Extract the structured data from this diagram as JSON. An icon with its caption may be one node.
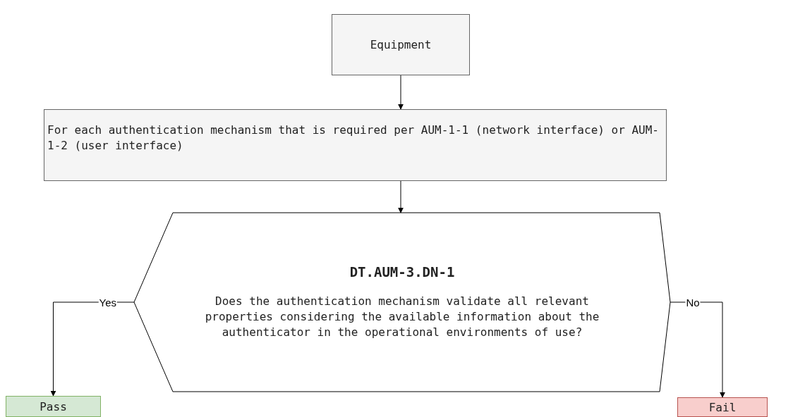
{
  "diagram": {
    "nodes": [
      {
        "text": [
          "Equipment"
        ]
      },
      {
        "text": [
          "For each authentication mechanism that is required per AUM-1-1 (network interface) or AUM-1-2 (user interface)"
        ]
      },
      {
        "text": [
          "DT.AUM-3.DN-1",
          "Does the authentication mechanism validate all relevant properties considering the available information about the authenticator in the operational environments of use?"
        ]
      },
      {
        "text": [
          "Pass"
        ]
      },
      {
        "text": [
          "Fail"
        ]
      }
    ],
    "edges": [
      {
        "from": 0,
        "to": 1,
        "arrow": "to"
      },
      {
        "from": 1,
        "to": 2,
        "arrow": "to"
      },
      {
        "from": 2,
        "to": 3,
        "arrow": "to",
        "label": "Yes"
      },
      {
        "from": 2,
        "to": 4,
        "arrow": "to",
        "label": "No"
      }
    ]
  }
}
